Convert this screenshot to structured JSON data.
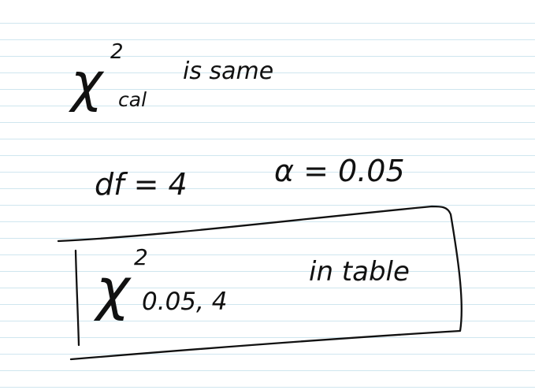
{
  "note": {
    "line1": {
      "symbol": "χ",
      "superscript": "2",
      "subscript": "cal",
      "text": "is same"
    },
    "line2": {
      "df_expr": "df = 4",
      "alpha_expr": "α = 0.05"
    },
    "boxed": {
      "symbol": "χ",
      "superscript": "2",
      "subscript": "0.05, 4",
      "text": "in table"
    }
  },
  "colors": {
    "ink": "#111111",
    "rule_line": "#cfe6ef",
    "paper": "#ffffff"
  }
}
